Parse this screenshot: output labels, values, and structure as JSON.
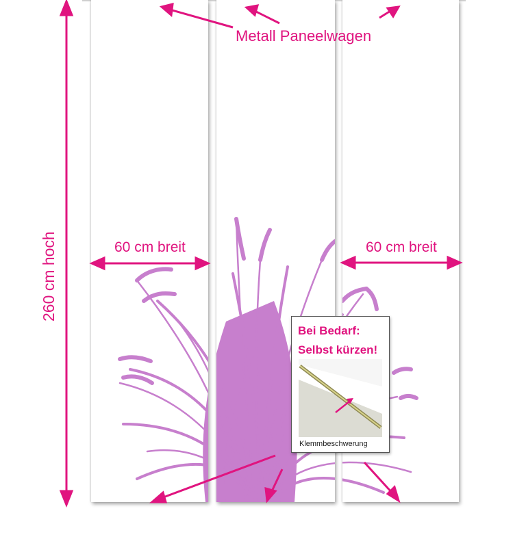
{
  "labels": {
    "panel_carriage": "Metall Paneelwagen",
    "width_left": "60 cm breit",
    "width_right": "60 cm breit",
    "height": "260 cm hoch"
  },
  "hint_box": {
    "title_line1": "Bei Bedarf:",
    "title_line2": "Selbst kürzen!",
    "photo_caption": "Klemmbeschwerung"
  },
  "colors": {
    "accent": "#e0147f",
    "grass": "#c77fcd"
  }
}
